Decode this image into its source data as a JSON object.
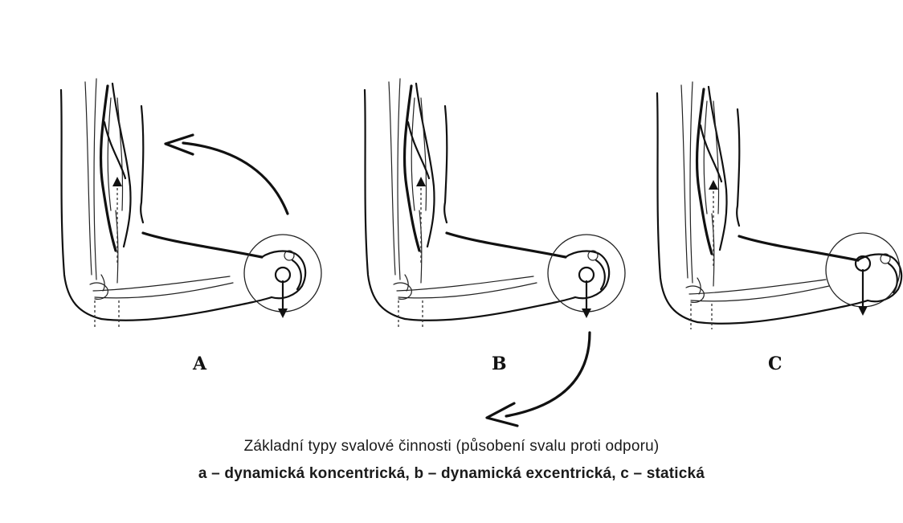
{
  "panels": [
    {
      "label": "A"
    },
    {
      "label": "B"
    },
    {
      "label": "C"
    }
  ],
  "caption": {
    "line1": "Základní typy svalové činnosti (působení svalu proti odporu)",
    "line2": "a – dynamická koncentrická, b – dynamická excentrická, c – statická"
  }
}
